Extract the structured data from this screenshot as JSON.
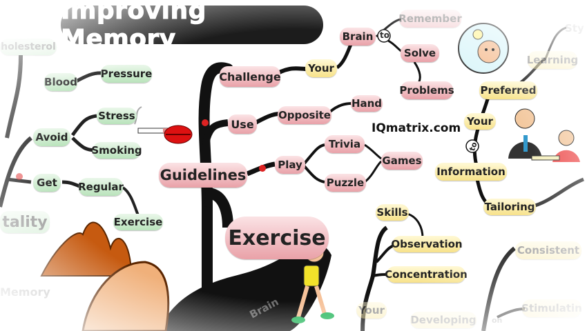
{
  "title": "Improving Memory",
  "logo": "IQmatrix.com",
  "nodes": {
    "challenge": "Challenge",
    "your_top": "Your",
    "brain": "Brain",
    "to_top": "to",
    "remember": "Remember",
    "solve": "Solve",
    "problems": "Problems",
    "use": "Use",
    "opposite": "Opposite",
    "hand": "Hand",
    "guidelines": "Guidelines",
    "play": "Play",
    "trivia": "Trivia",
    "puzzle": "Puzzle",
    "games": "Games",
    "exercise_main": "Exercise",
    "brain_bottom": "Brain",
    "cholesterol": "holesterol",
    "blood": "Blood",
    "pressure": "Pressure",
    "avoid": "Avoid",
    "stress": "Stress",
    "smoking": "Smoking",
    "get": "Get",
    "regular": "Regular",
    "exercise_left": "Exercise",
    "vitality": "tality",
    "memory_left": "Memory",
    "style": "Sty",
    "learning": "Learning",
    "preferred": "Preferred",
    "your_right": "Your",
    "to_right": "to",
    "information": "Information",
    "tailoring": "Tailoring",
    "consistent": "Consistent",
    "stimulating": "Stimulatin",
    "skills": "Skills",
    "observation": "Observation",
    "concentration": "Concentration",
    "your_bottom": "Your",
    "developing": "Developing",
    "on": "on"
  }
}
